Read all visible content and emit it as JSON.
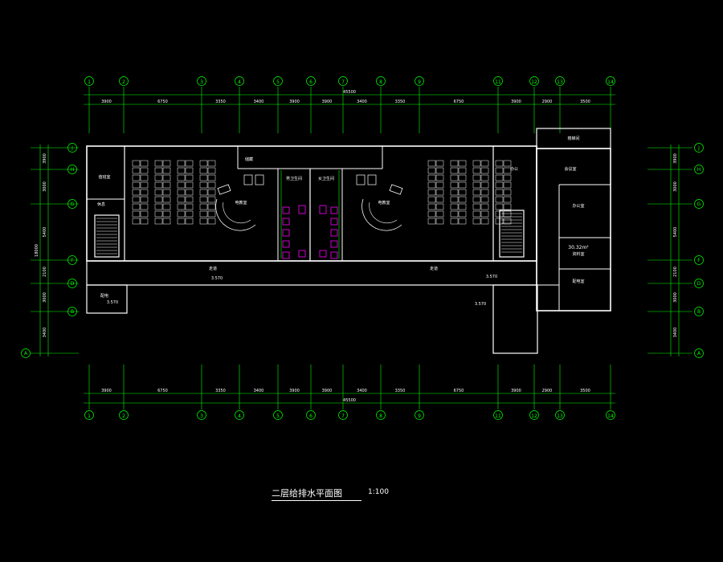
{
  "colors": {
    "background": "#000000",
    "axis_line": "#00ff00",
    "wall": "#ffffff",
    "fixture": "#ff00ff",
    "text": "#ffffff"
  },
  "grid": {
    "top_axes": [
      "1",
      "2",
      "3",
      "4",
      "5",
      "6",
      "7",
      "8",
      "9",
      "11",
      "12",
      "13",
      "14"
    ],
    "bottom_axes": [
      "1",
      "2",
      "3",
      "4",
      "5",
      "6",
      "7",
      "8",
      "9",
      "11",
      "12",
      "13",
      "14"
    ],
    "left_axes": [
      "J",
      "H",
      "G",
      "F",
      "D",
      "B",
      "A"
    ],
    "right_axes": [
      "J",
      "H",
      "G",
      "F",
      "D",
      "B",
      "A"
    ],
    "top_dims": [
      "3900",
      "6750",
      "3350",
      "3400",
      "3900",
      "3900",
      "3400",
      "3350",
      "6750",
      "3900",
      "2900",
      "3500"
    ],
    "bottom_dims": [
      "3900",
      "6750",
      "3350",
      "3400",
      "3900",
      "3900",
      "3400",
      "3350",
      "6750",
      "3900",
      "2900",
      "3500"
    ],
    "overall_dim": "45500",
    "left_dims": [
      "3900",
      "3000",
      "5400",
      "2100",
      "3000",
      "3400"
    ],
    "right_dims": [
      "3900",
      "3000",
      "5400",
      "2100",
      "3000",
      "3400"
    ],
    "left_total": "18000"
  },
  "rooms": {
    "left_office": "值班室",
    "left_room2": "休息",
    "left_small": "配电",
    "corridor_left": "走道",
    "corridor_right": "走道",
    "top_center": "储藏",
    "stage_left": "电教室",
    "stage_right": "电教室",
    "toilet_left": "男卫生间",
    "toilet_right": "女卫生间",
    "right_office1": "会议室",
    "right_office2": "办公室",
    "right_office3": "资料室",
    "right_office4": "配电室",
    "right_office5": "办公",
    "right_top": "楼梯间"
  },
  "labels": {
    "area_note": "30.32m²",
    "level_1": "3.570",
    "level_2": "3.570",
    "level_3": "3.570",
    "level_4": "3.570"
  },
  "title": {
    "main": "二层给排水平面图",
    "scale": "1:100"
  }
}
